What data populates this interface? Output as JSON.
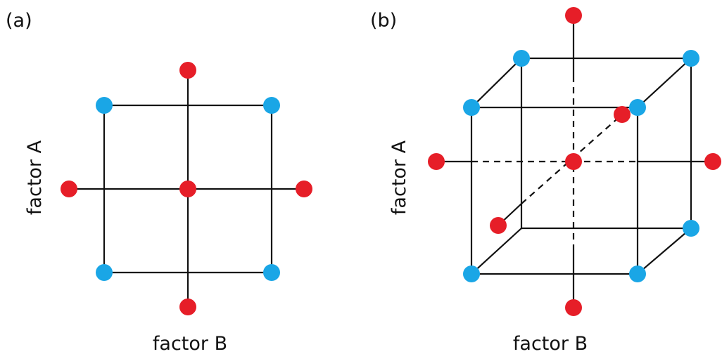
{
  "panels": {
    "a": {
      "label": "(a)",
      "factor_a_label": "factor A",
      "factor_b_label": "factor B"
    },
    "b": {
      "label": "(b)",
      "factor_a_label": "factor A",
      "factor_b_label": "factor B"
    }
  },
  "colors": {
    "factorial_point": "#1aa6e6",
    "star_point": "#e61e28",
    "line": "#111111"
  }
}
